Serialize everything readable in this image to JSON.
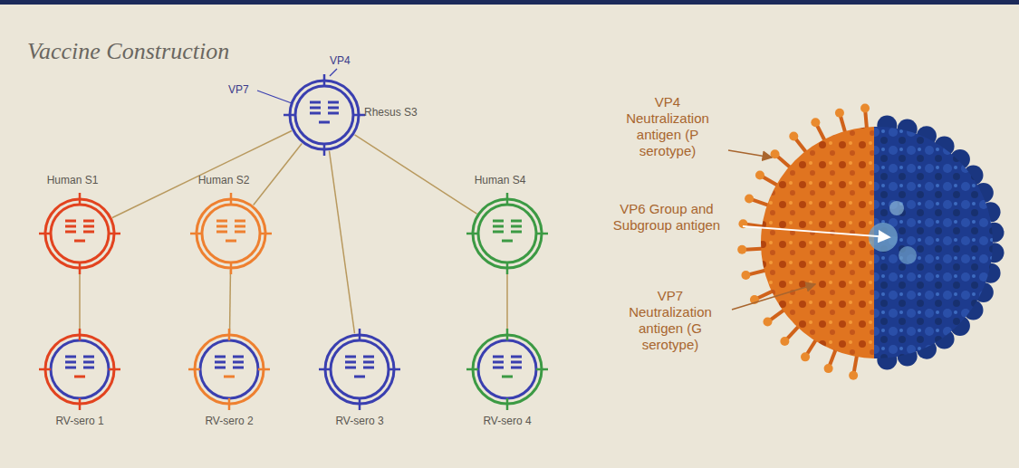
{
  "diagram": {
    "title": "Vaccine Construction",
    "nodes": [
      {
        "text": [
          "Rhesus S3"
        ]
      },
      {
        "text": [
          "Human S1"
        ]
      },
      {
        "text": [
          "Human S2"
        ]
      },
      {
        "text": [
          "Human S4"
        ]
      },
      {
        "text": [
          "RV-sero 1"
        ]
      },
      {
        "text": [
          "RV-sero 2"
        ]
      },
      {
        "text": [
          "RV-sero 3"
        ]
      },
      {
        "text": [
          "RV-sero 4"
        ]
      }
    ],
    "edges": [
      {
        "from": 0,
        "to": 1,
        "arrow": "none"
      },
      {
        "from": 0,
        "to": 2,
        "arrow": "none"
      },
      {
        "from": 0,
        "to": 6,
        "arrow": "none"
      },
      {
        "from": 0,
        "to": 3,
        "arrow": "none"
      },
      {
        "from": 1,
        "to": 4,
        "arrow": "none"
      },
      {
        "from": 2,
        "to": 5,
        "arrow": "none"
      },
      {
        "from": 3,
        "to": 7,
        "arrow": "none"
      }
    ],
    "labels": [
      "VP4",
      "VP7",
      "VP4 Neutralization antigen (P serotype)",
      "VP6 Group and Subgroup antigen",
      "VP7 Neutralization antigen (G serotype)"
    ]
  }
}
